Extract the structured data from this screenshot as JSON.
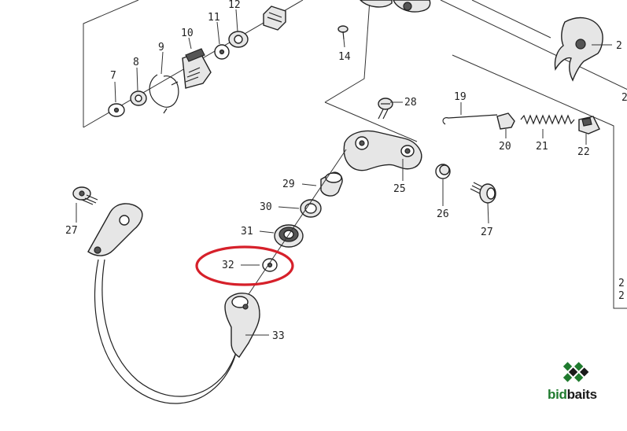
{
  "parts": {
    "p2": "2",
    "p7": "7",
    "p8": "8",
    "p9": "9",
    "p10": "10",
    "p11": "11",
    "p12": "12",
    "p14": "14",
    "p19": "19",
    "p20": "20",
    "p21": "21",
    "p22": "22",
    "p25": "25",
    "p26": "26",
    "p27a": "27",
    "p27b": "27",
    "p28": "28",
    "p29": "29",
    "p30": "30",
    "p31": "31",
    "p32": "32",
    "p33": "33",
    "p2b": "2",
    "p2c": "2",
    "p2d": "2"
  },
  "highlight": {
    "part": "32",
    "color": "#d6202a"
  },
  "logo": {
    "brand_green": "bid",
    "brand_dark": "baits",
    "green": "#1f7a2e",
    "dark": "#1a1a1a"
  }
}
